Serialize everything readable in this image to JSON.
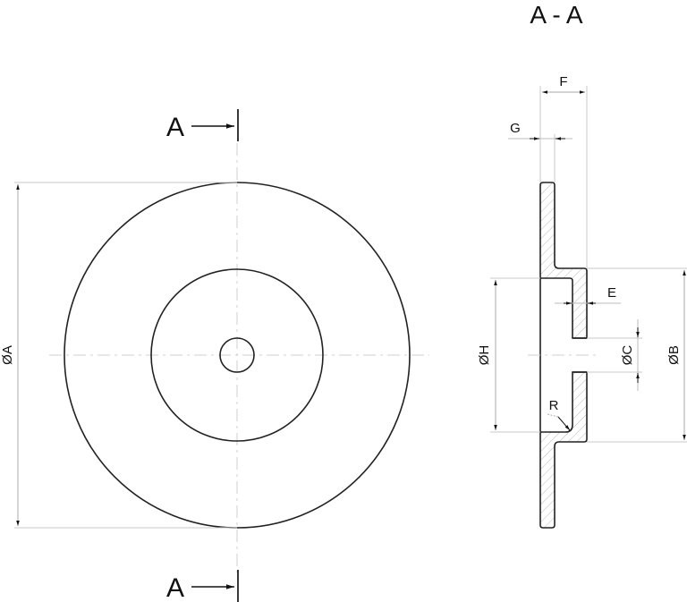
{
  "section_title": "A - A",
  "section_markers": {
    "top": {
      "label": "A"
    },
    "bottom": {
      "label": "A"
    }
  },
  "front_view": {
    "outer_diameter_label": "ØA"
  },
  "section_view": {
    "dimensions": {
      "F": "F",
      "G": "G",
      "E": "E",
      "H": "ØH",
      "C": "ØC",
      "B": "ØB",
      "R": "R"
    }
  },
  "colors": {
    "outline": "#222222",
    "dimension_line": "#c8c8c8",
    "hatch": "#bbbbbb",
    "background": "#ffffff"
  }
}
